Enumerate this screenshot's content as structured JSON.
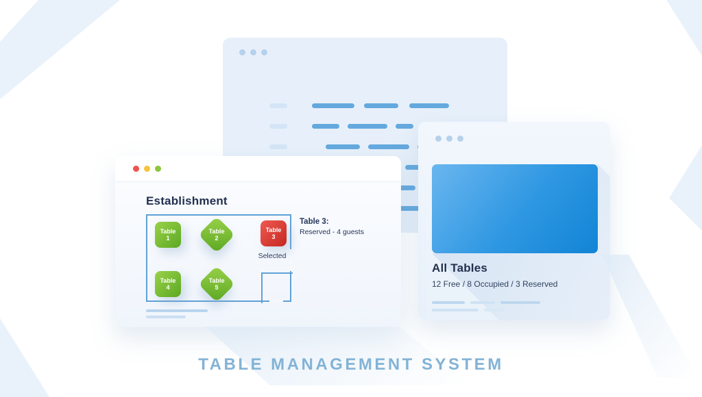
{
  "establishment_window": {
    "title": "Establishment",
    "tables": [
      {
        "label": "Table",
        "number": "1",
        "status": "free"
      },
      {
        "label": "Table",
        "number": "2",
        "status": "free"
      },
      {
        "label": "Table",
        "number": "3",
        "status": "reserved"
      },
      {
        "label": "Table",
        "number": "4",
        "status": "free"
      },
      {
        "label": "Table",
        "number": "5",
        "status": "free"
      }
    ],
    "selected_label": "Selected",
    "annotation": {
      "title": "Table 3:",
      "detail": "Reserved - 4 guests"
    }
  },
  "all_tables_window": {
    "title": "All Tables",
    "summary": "12 Free / 8 Occupied / 3 Reserved"
  },
  "caption": "TABLE MANAGEMENT SYSTEM",
  "colors": {
    "table_free": "#6fb32a",
    "table_reserved": "#d93a35",
    "map_blue": "#2e97e2",
    "caption_text": "#83b3d6"
  }
}
